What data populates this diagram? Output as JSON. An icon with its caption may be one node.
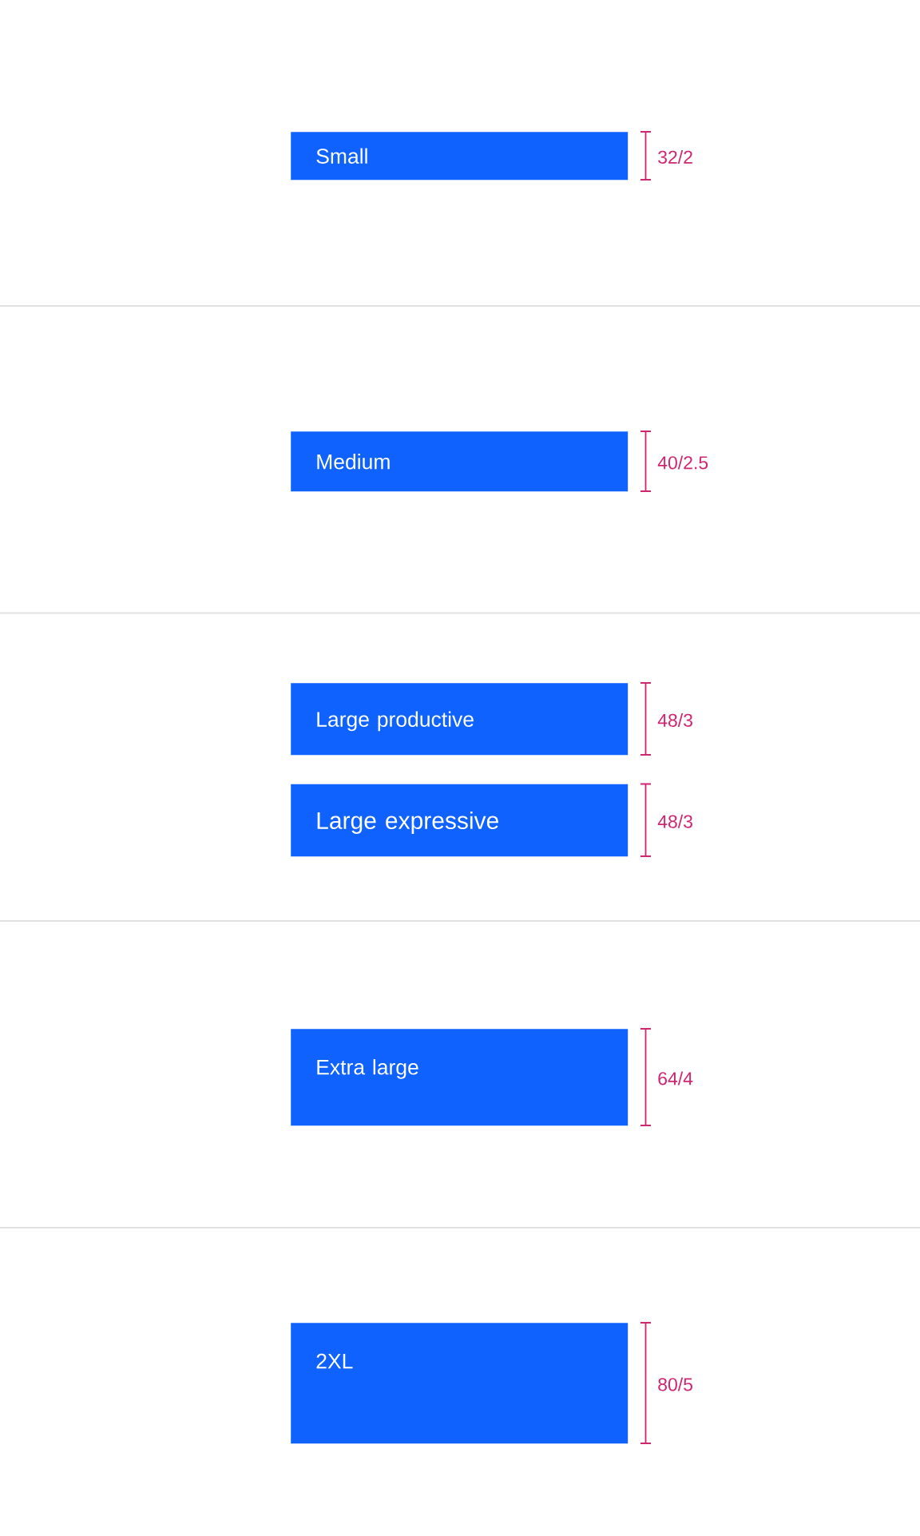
{
  "diagram": {
    "nodes": [
      {
        "text": [
          "Small"
        ]
      },
      {
        "text": [
          "Medium"
        ]
      },
      {
        "text": [
          "Large productive"
        ]
      },
      {
        "text": [
          "Large expressive"
        ]
      },
      {
        "text": [
          "Extra large"
        ]
      },
      {
        "text": [
          "2XL"
        ]
      }
    ],
    "labels": [
      "32/2",
      "40/2.5",
      "48/3",
      "48/3",
      "64/4",
      "80/5"
    ]
  }
}
